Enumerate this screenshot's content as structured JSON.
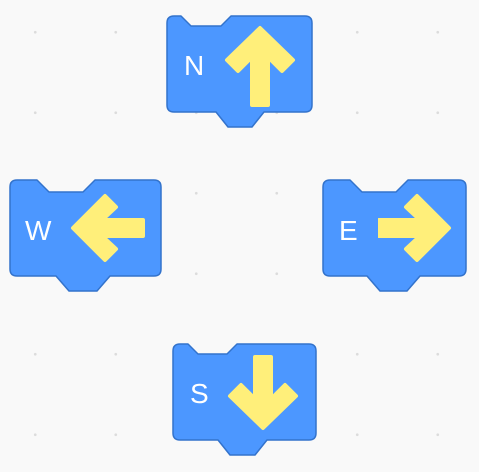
{
  "colors": {
    "block_fill": "#4c97ff",
    "block_stroke": "#3373cc",
    "arrow_fill": "#ffef7a",
    "workspace_bg": "#f9f9f9",
    "grid_dot": "#dcdcdc"
  },
  "blocks": {
    "north": {
      "label": "N",
      "icon": "arrow-up-icon"
    },
    "west": {
      "label": "W",
      "icon": "arrow-left-icon"
    },
    "east": {
      "label": "E",
      "icon": "arrow-right-icon"
    },
    "south": {
      "label": "S",
      "icon": "arrow-down-icon"
    }
  }
}
